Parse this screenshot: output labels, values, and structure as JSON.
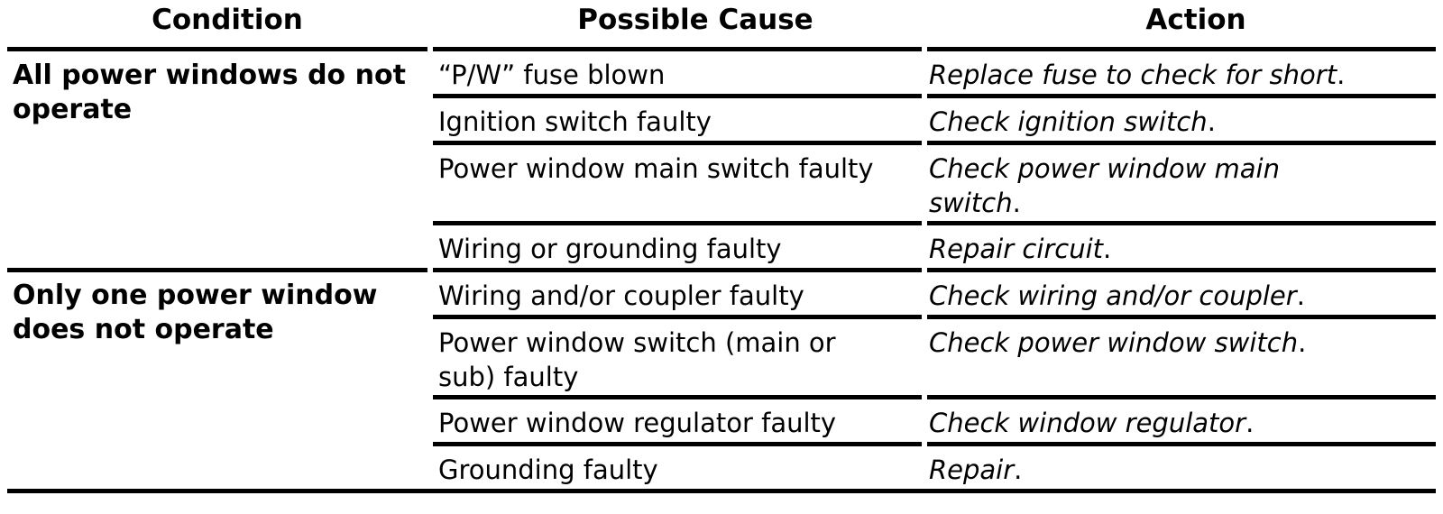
{
  "headers": {
    "condition": "Condition",
    "cause": "Possible Cause",
    "action": "Action"
  },
  "groups": [
    {
      "condition": "All power windows do not operate",
      "rows": [
        {
          "cause": "“P/W” fuse blown",
          "action": "Replace fuse to check for short"
        },
        {
          "cause": "Ignition switch faulty",
          "action": "Check ignition switch"
        },
        {
          "cause": "Power window main switch faulty",
          "action": "Check power window main switch"
        },
        {
          "cause": "Wiring or grounding faulty",
          "action": "Repair circuit"
        }
      ]
    },
    {
      "condition": "Only one power window does not operate",
      "rows": [
        {
          "cause": "Wiring and/or coupler faulty",
          "action": "Check wiring and/or coupler"
        },
        {
          "cause": "Power window switch (main or sub) faulty",
          "action": "Check power window switch"
        },
        {
          "cause": "Power window regulator faulty",
          "action": "Check window regulator"
        },
        {
          "cause": "Grounding faulty",
          "action": "Repair"
        }
      ]
    }
  ],
  "action_terminator": "."
}
